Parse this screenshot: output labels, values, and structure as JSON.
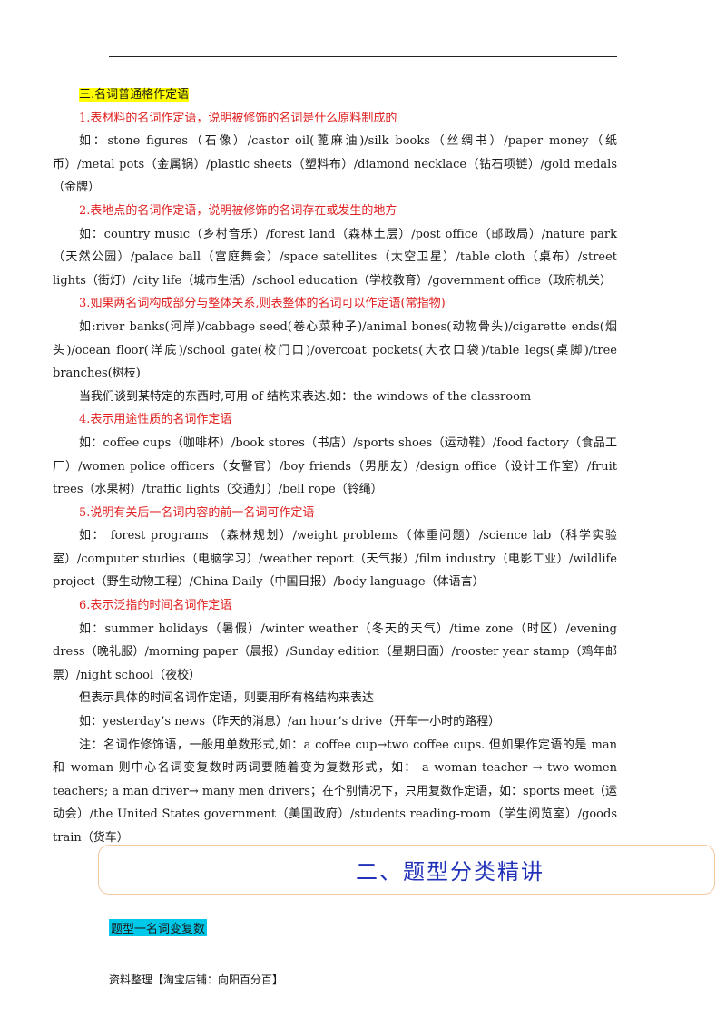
{
  "section_title": "三.名词普通格作定语",
  "paragraphs": [
    {
      "style": "red",
      "text": "1.表材料的名词作定语，说明被修饰的名词是什么原料制成的"
    },
    {
      "style": "plain",
      "text": "如：stone figures（石像）/castor oil(蓖麻油)/silk books（丝绸书）/paper money（纸币）/metal pots（金属锅）/plastic sheets（塑料布）/diamond necklace（钻石项链）/gold medals（金牌）"
    },
    {
      "style": "red",
      "text": "2.表地点的名词作定语，说明被修饰的名词存在或发生的地方"
    },
    {
      "style": "plain",
      "text": "如：country music（乡村音乐）/forest land（森林土层）/post office（邮政局）/nature park（天然公园）/palace ball（宫庭舞会）/space satellites（太空卫星）/table cloth（桌布）/street lights（街灯）/city life（城市生活）/school education（学校教育）/government office（政府机关）"
    },
    {
      "style": "red",
      "text": "3.如果两名词构成部分与整体关系,则表整体的名词可以作定语(常指物)"
    },
    {
      "style": "plain",
      "text": "如:river banks(河岸)/cabbage seed(卷心菜种子)/animal bones(动物骨头)/cigarette ends(烟头)/ocean floor(洋底)/school gate(校门口)/overcoat pockets(大衣口袋)/table legs(桌脚)/tree branches(树枝)"
    },
    {
      "style": "plain",
      "text": "当我们谈到某特定的东西时,可用 of 结构来表达.如：the windows of the classroom"
    },
    {
      "style": "red",
      "text": "4.表示用途性质的名词作定语"
    },
    {
      "style": "plain",
      "text": "如：coffee cups（咖啡杯）/book stores（书店）/sports shoes（运动鞋）/food factory（食品工厂）/women police officers（女警官）/boy friends（男朋友）/design office（设计工作室）/fruit trees（水果树）/traffic lights（交通灯）/bell rope（铃绳）"
    },
    {
      "style": "red",
      "text": "5.说明有关后一名词内容的前一名词可作定语"
    },
    {
      "style": "plain",
      "text": "如：  forest programs  （森林规划）/weight problems（体重问题）/science lab（科学实验室）/computer studies（电脑学习）/weather report（天气报）/film industry（电影工业）/wildlife project（野生动物工程）/China Daily（中国日报）/body language（体语言）"
    },
    {
      "style": "red",
      "text": "6.表示泛指的时间名词作定语"
    },
    {
      "style": "plain",
      "text": "如：summer holidays（暑假）/winter weather（冬天的天气）/time zone（时区）/evening dress（晚礼服）/morning paper（晨报）/Sunday edition（星期日面）/rooster year stamp（鸡年邮票）/night school（夜校）"
    },
    {
      "style": "plain",
      "text": "但表示具体的时间名词作定语，则要用所有格结构来表达"
    },
    {
      "style": "plain",
      "text": "如：yesterday’s news（昨天的消息）/an hour’s drive（开车一小时的路程）"
    },
    {
      "style": "plain",
      "text": "注：名词作修饰语，一般用单数形式,如：a coffee cup→two coffee cups. 但如果作定语的是 man 和 woman 则中心名词变复数时两词要随着变为复数形式，如： a woman teacher → two women teachers; a man driver→ many men drivers；在个别情况下，只用复数作定语，如：sports meet（运动会）/the United States government（美国政府）/students reading-room（学生阅览室）/goods train（货车）"
    }
  ],
  "banner_title": "二、题型分类精讲",
  "subheading": "题型一名词变复数",
  "footer": "资料整理【淘宝店铺：向阳百分百】",
  "colors": {
    "heading_red": "#e02020",
    "highlight_yellow": "#ffff00",
    "highlight_cyan": "#00c8e8",
    "banner_text": "#2232b8",
    "banner_border": "#f3c9a4"
  }
}
